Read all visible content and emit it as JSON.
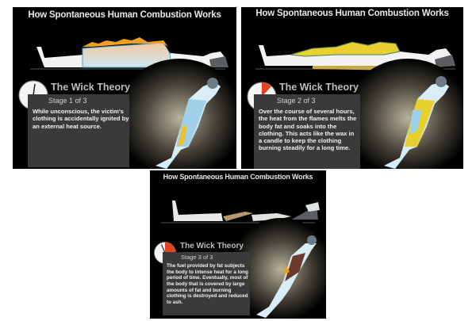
{
  "colors": {
    "background": "#000000",
    "text_box": "#3a3a3a",
    "clock_fill": "#e0431f",
    "flame": "#f0a020",
    "fat": "#e8d030"
  },
  "panels": [
    {
      "title": "How Spontaneous Human Combustion Works",
      "heading": "The Wick Theory",
      "stage": "Stage 1 of 3",
      "description": "While unconscious, the victim's clothing is accidentally ignited by an external heat source.",
      "clock_progress": 0
    },
    {
      "title": "How Spontaneous Human Combustion Works",
      "heading": "The Wick Theory",
      "stage": "Stage 2 of 3",
      "description": "Over the course of several hours, the heat from the flames melts the body fat and soaks into the clothing. This acts like the wax in a candle to keep the clothing burning steadily for a long time.",
      "clock_progress": 0.15
    },
    {
      "title": "How Spontaneous Human Combustion Works",
      "heading": "The Wick Theory",
      "stage": "Stage 3 of 3",
      "description": "The fuel provided by fat subjects the body to intense heat for a long period of time. Eventually, most of the body that is covered by large amounts of fat and burning clothing is destroyed and reduced to ash.",
      "clock_progress": 0.45
    }
  ]
}
